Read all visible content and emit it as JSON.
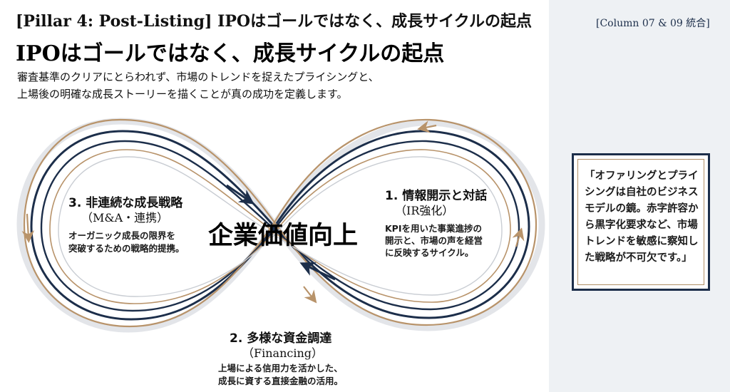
{
  "header": {
    "pillar_title": "[Pillar 4: Post-Listing] IPOはゴールではなく、成長サイクルの起点",
    "main_title": "IPOはゴールではなく、成長サイクルの起点",
    "description_line1": "審査基準のクリアにとらわれず、市場のトレンドを捉えたプライシングと、",
    "description_line2": "上場後の明確な成長ストーリーを描くことが真の成功を定義します。"
  },
  "sidebar": {
    "column_tag": "[Column 07 & 09 統合]",
    "quote": "「オファリングとプライシングは自社のビジネスモデルの鏡。赤字許容から黒字化要求など、市場トレンドを敏感に察知した戦略が不可欠です。」"
  },
  "diagram": {
    "center_label": "企業価値向上",
    "nodes": [
      {
        "title": "1. 情報開示と対話",
        "subtitle": "（IR強化）",
        "desc_line1": "KPIを用いた事業進捗の",
        "desc_line2": "開示と、市場の声を経営",
        "desc_line3": "に反映するサイクル。"
      },
      {
        "title": "2. 多様な資金調達",
        "subtitle": "（Financing）",
        "desc_line1": "上場による信用力を活かした、",
        "desc_line2": "成長に資する直接金融の活用。"
      },
      {
        "title": "3. 非連続な成長戦略",
        "subtitle": "（M&A・連携）",
        "desc_line1": "オーガニック成長の限界を",
        "desc_line2": "突破するための戦略的提携。"
      }
    ],
    "colors": {
      "navy": "#1c2e4a",
      "gold": "#b8936a",
      "silver": "#c9cdd3"
    }
  }
}
